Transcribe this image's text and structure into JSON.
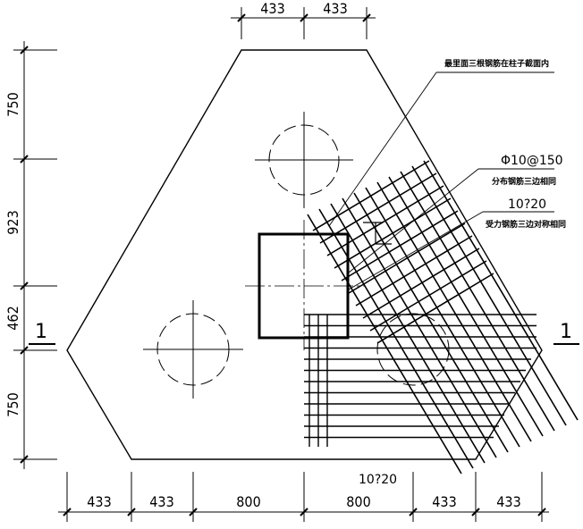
{
  "dimensions": {
    "top": [
      "433",
      "433"
    ],
    "left": [
      "750",
      "923",
      "462",
      "750"
    ],
    "bottom": [
      "433",
      "433",
      "800",
      "800",
      "433",
      "433"
    ]
  },
  "section_marks": {
    "left": "1",
    "right": "1"
  },
  "annotations": {
    "rebar_note": "最里面三根钢筋在柱子截面内",
    "distribution_bar": "Φ10@150",
    "distribution_note": "分布钢筋三边相同",
    "main_bar": "10?20",
    "main_note": "受力钢筋三边对称相同",
    "bottom_bar": "10?20"
  }
}
